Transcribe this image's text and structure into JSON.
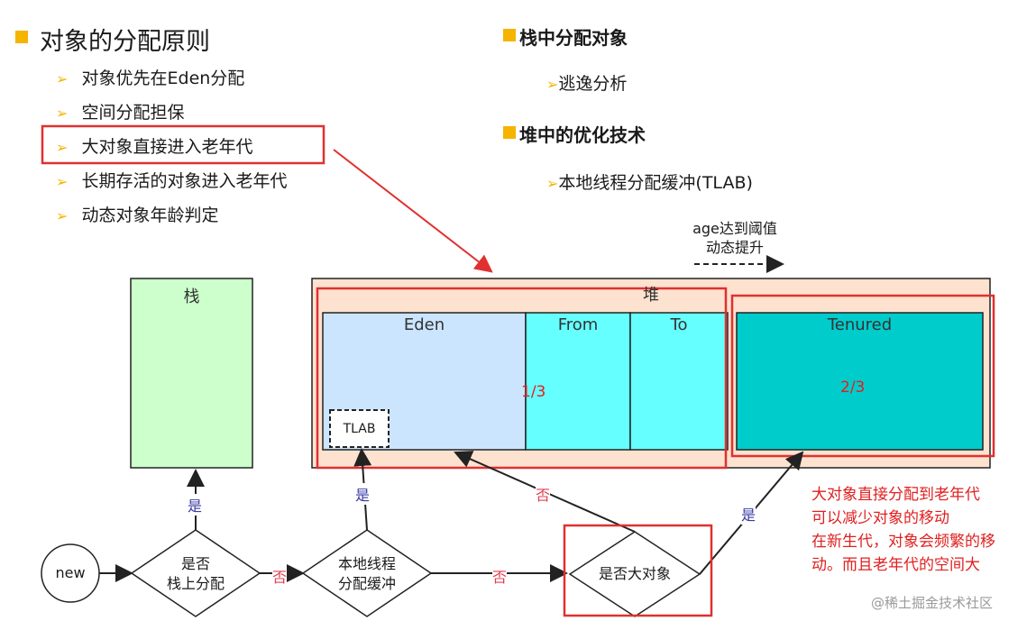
{
  "left_section": {
    "title": "对象的分配原则",
    "items": [
      "对象优先在Eden分配",
      "空间分配担保",
      "大对象直接进入老年代",
      "长期存活的对象进入老年代",
      "动态对象年龄判定"
    ]
  },
  "right_section": {
    "heading1": "栈中分配对象",
    "sub1": "逃逸分析",
    "heading2": "堆中的优化技术",
    "sub2": "本地线程分配缓冲(TLAB)"
  },
  "age_note": {
    "line1": "age达到阈值",
    "line2": "动态提升"
  },
  "stack_label": "栈",
  "heap": {
    "label": "堆",
    "eden": "Eden",
    "from": "From",
    "to": "To",
    "tenured": "Tenured",
    "tlab": "TLAB",
    "young_ratio": "1/3",
    "old_ratio": "2/3"
  },
  "flow": {
    "start": "new",
    "decision1_l1": "是否",
    "decision1_l2": "栈上分配",
    "decision2_l1": "本地线程",
    "decision2_l2": "分配缓冲",
    "decision3": "是否大对象",
    "yes": "是",
    "no": "否"
  },
  "note": {
    "line1": "大对象直接分配到老年代",
    "line2": "可以减少对象的移动",
    "line3": "在新生代，对象会频繁的移",
    "line4": "动。而且老年代的空间大"
  },
  "watermark": "@稀土掘金技术社区",
  "colors": {
    "bullet": "#f5b400",
    "stack_fill": "#ccffcc",
    "heap_fill": "#fde2cf",
    "eden_fill": "#cce5ff",
    "survivor_fill": "#66ffff",
    "tenured_fill": "#00cccc",
    "highlight": "#e03030"
  }
}
